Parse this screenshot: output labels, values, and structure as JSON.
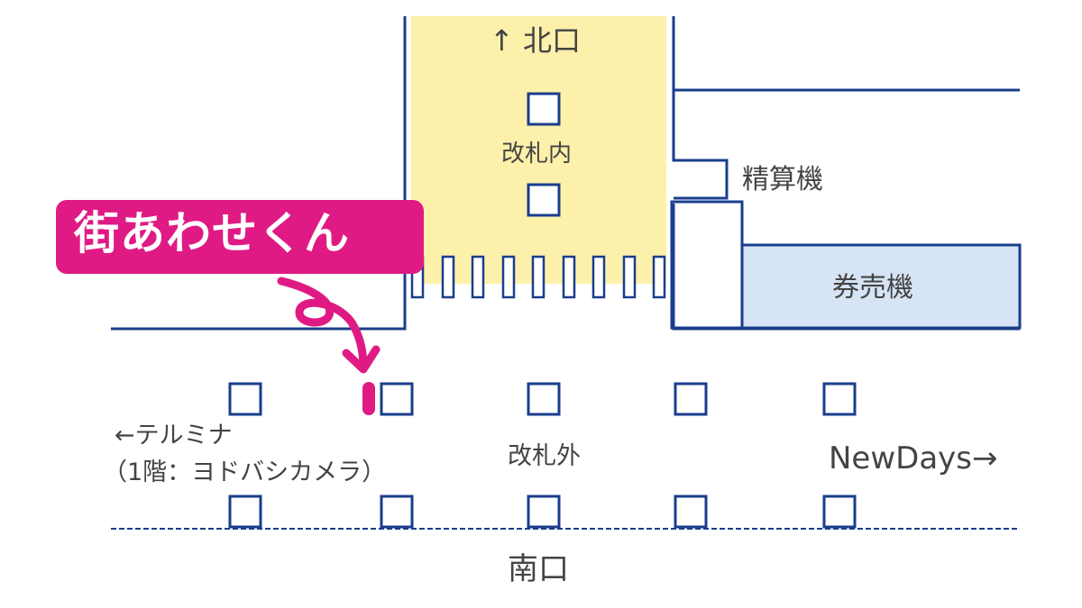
{
  "colors": {
    "line": "#1a3e8c",
    "gate_area": "#fdf0ab",
    "ticket_machine": "#d6e4f5",
    "accent": "#e01a84",
    "text": "#444444"
  },
  "labels": {
    "north_exit": "↑ 北口",
    "inside_gate": "改札内",
    "fare_adjustment": "精算機",
    "ticket_machines": "券売機",
    "outside_gate": "改札外",
    "terminal": "←テルミナ",
    "terminal_floor": "（1階：ヨドバシカメラ）",
    "newdays": "NewDays→",
    "south_exit": "南口"
  },
  "callout": {
    "text": "街あわせくん",
    "icon": "curly-arrow-down-icon"
  }
}
